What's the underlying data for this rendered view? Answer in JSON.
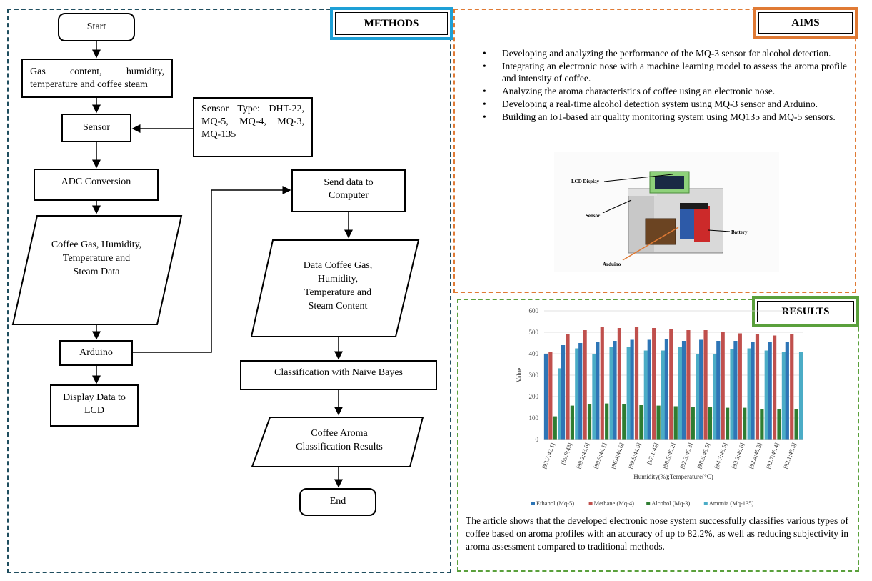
{
  "methods": {
    "title": "METHODS",
    "start": "Start",
    "input_line1": "Gas content, humidity,",
    "input_line2": "temperature and coffee steam",
    "sensor": "Sensor",
    "sensor_type_line1": "Sensor Type: DHT-22,",
    "sensor_type_line2": "MQ-5, MQ-4, MQ-3,",
    "sensor_type_line3": "MQ-135",
    "adc": "ADC Conversion",
    "data_line1": "Coffee Gas, Humidity,",
    "data_line2": "Temperature and",
    "data_line3": "Steam Data",
    "arduino": "Arduino",
    "display_line1": "Display Data to",
    "display_line2": "LCD",
    "send_line1": "Send data to",
    "send_line2": "Computer",
    "data2_line1": "Data Coffee Gas,",
    "data2_line2": "Humidity,",
    "data2_line3": "Temperature and",
    "data2_line4": "Steam Content",
    "classification": "Classification with Naïve Bayes",
    "result_line1": "Coffee Aroma",
    "result_line2": "Classification Results",
    "end": "End"
  },
  "aims": {
    "title": "AIMS",
    "items": [
      "Developing and analyzing the performance of the MQ-3 sensor for alcohol detection.",
      "Integrating an electronic nose with a machine learning model to assess the aroma profile and intensity of coffee.",
      "Analyzing the aroma characteristics of coffee using an electronic nose.",
      "Developing a real-time alcohol detection system using MQ-3 sensor and Arduino.",
      "Building an IoT-based air quality monitoring system using MQ135 and MQ-5 sensors."
    ],
    "device_labels": {
      "lcd": "LCD Display",
      "sensor": "Sensor",
      "battery": "Battery",
      "arduino": "Arduino"
    }
  },
  "results": {
    "title": "RESULTS",
    "text": "The article shows that the developed electronic nose system successfully classifies various types of coffee based on aroma profiles with an accuracy of up to 82.2%, as well as reducing subjectivity in aroma assessment compared to traditional methods."
  },
  "chart_data": {
    "type": "bar",
    "xlabel": "Humidity(%);Temperature(°C)",
    "ylabel": "Value",
    "ylim": [
      0,
      600
    ],
    "yticks": [
      0,
      100,
      200,
      300,
      400,
      500,
      600
    ],
    "grid": true,
    "legend_position": "bottom",
    "categories": [
      "[93.7;42.1]",
      "[99.8;43]",
      "[99.2;43.6]",
      "[99.9;44.1]",
      "[96.4;44.6]",
      "[99.9;44.9]",
      "[97.1;45]",
      "[98.5;45.2]",
      "[92.3;45.3]",
      "[98.5;45.5]",
      "[94.7;45.5]",
      "[93.3;45.6]",
      "[92.4;45.5]",
      "[92.7;45.4]",
      "[92.1;45.3]"
    ],
    "series": [
      {
        "name": "Ethanol (Mq-5)",
        "color": "#2e75b6",
        "values": [
          400,
          440,
          450,
          455,
          460,
          465,
          465,
          470,
          460,
          465,
          460,
          460,
          455,
          455,
          455
        ]
      },
      {
        "name": "Methane (Mq-4)",
        "color": "#c0504d",
        "values": [
          410,
          490,
          510,
          525,
          520,
          525,
          520,
          515,
          510,
          510,
          500,
          495,
          490,
          485,
          490
        ]
      },
      {
        "name": "Alcohol (Mq-3)",
        "color": "#2f7d32",
        "values": [
          108,
          158,
          165,
          168,
          165,
          160,
          158,
          155,
          153,
          152,
          148,
          148,
          143,
          143,
          143
        ]
      },
      {
        "name": "Amonia (Mq-135)",
        "color": "#4bacc6",
        "values": [
          332,
          425,
          400,
          430,
          430,
          415,
          415,
          430,
          400,
          400,
          420,
          425,
          415,
          410,
          410
        ]
      }
    ]
  }
}
